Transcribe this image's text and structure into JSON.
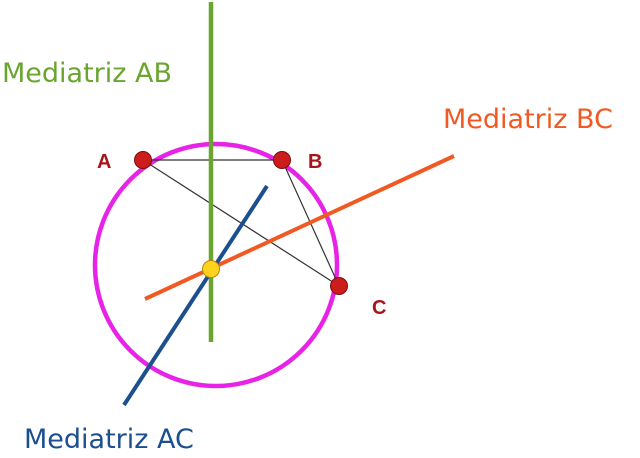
{
  "colors": {
    "circle": "#e623e6",
    "mediatriz_ab": "#6aa52f",
    "mediatriz_bc": "#f05a22",
    "mediatriz_ac": "#1b4f8f",
    "points": "#cc1c1c",
    "point_labels": "#a8141c",
    "center": "#ffd21e",
    "triangle": "#333333"
  },
  "labels": {
    "mediatriz_ab": "Mediatriz AB",
    "mediatriz_bc": "Mediatriz BC",
    "mediatriz_ac": "Mediatriz AC",
    "point_a": "A",
    "point_b": "B",
    "point_c": "C"
  }
}
